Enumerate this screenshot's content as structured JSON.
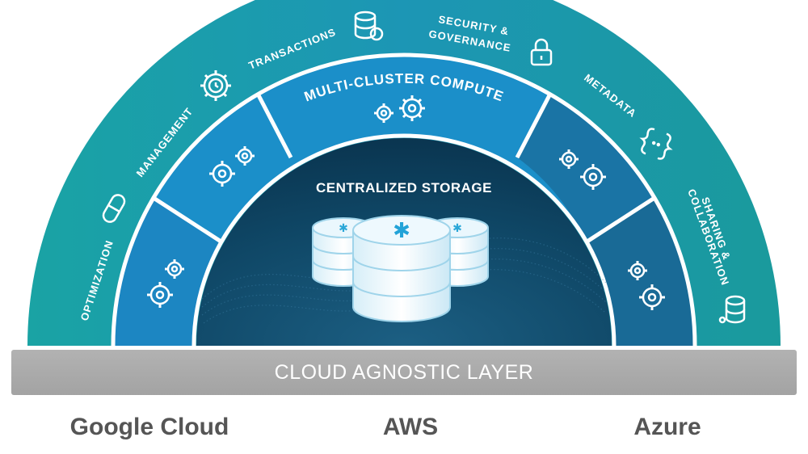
{
  "diagram": {
    "center_label": "CENTRALIZED STORAGE",
    "compute_label": "MULTI-CLUSTER COMPUTE",
    "services": [
      {
        "label": "OPTIMIZATION",
        "icon": "pill-icon"
      },
      {
        "label": "MANAGEMENT",
        "icon": "gear-clock-icon"
      },
      {
        "label": "TRANSACTIONS",
        "icon": "database-sync-icon"
      },
      {
        "label": "SECURITY &",
        "label2": "GOVERNANCE",
        "icon": "lock-icon"
      },
      {
        "label": "METADATA",
        "icon": "braces-icon"
      },
      {
        "label": "SHARING &",
        "label2": "COLLABORATION",
        "icon": "database-share-icon"
      }
    ],
    "cloud_layer": "CLOUD AGNOSTIC LAYER",
    "providers": [
      "Google Cloud",
      "AWS",
      "Azure"
    ],
    "colors": {
      "outer_ring": "#1d9ea8",
      "compute_ring": "#1a8bc4",
      "compute_ring_side": "#196f9d",
      "storage_core": "#0d4160",
      "cloud_layer": "#a8a8a8",
      "provider_text": "#555555"
    }
  }
}
